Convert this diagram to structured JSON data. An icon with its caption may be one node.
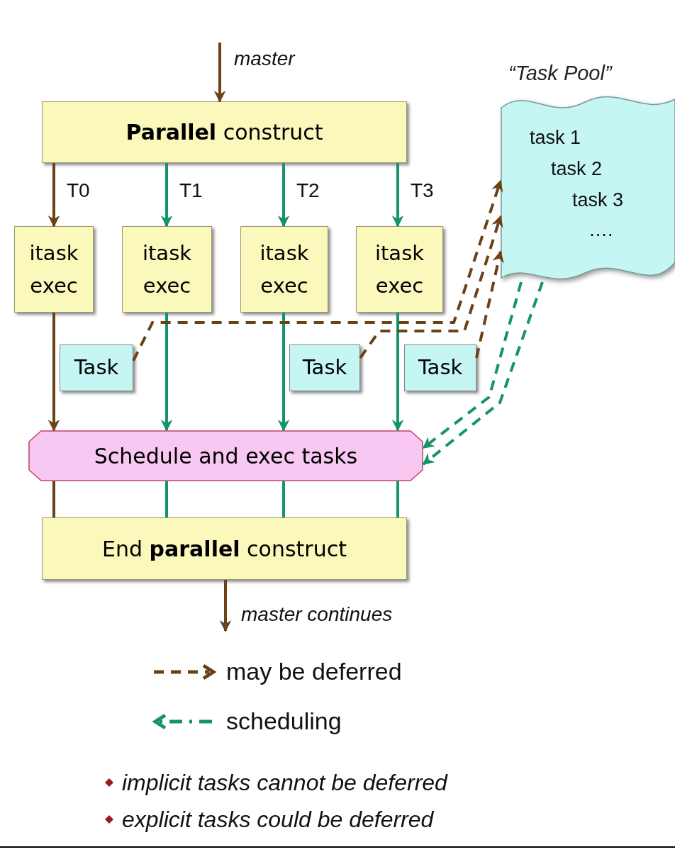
{
  "diagram": {
    "nodes": [
      {
        "text": [
          "**Parallel** construct"
        ]
      },
      {
        "text": [
          "itask exec"
        ]
      },
      {
        "text": [
          "itask exec"
        ]
      },
      {
        "text": [
          "itask exec"
        ]
      },
      {
        "text": [
          "itask exec"
        ]
      },
      {
        "text": [
          "Task"
        ]
      },
      {
        "text": [
          "Task"
        ]
      },
      {
        "text": [
          "Task"
        ]
      },
      {
        "text": [
          "Schedule and exec tasks"
        ]
      },
      {
        "text": [
          "End **parallel** construct"
        ]
      },
      {
        "text": [
          "“Task Pool”",
          "task 1",
          "task 2",
          "task 3",
          "…."
        ]
      }
    ],
    "edges": [
      {
        "from": null,
        "to": 0,
        "arrow": "to",
        "label": "master",
        "color": "#6b4218"
      },
      {
        "from": 0,
        "to": 1,
        "arrow": "to",
        "label": "T0",
        "color": "#6b4218"
      },
      {
        "from": 0,
        "to": 2,
        "arrow": "to",
        "label": "T1"
      },
      {
        "from": 0,
        "to": 3,
        "arrow": "to",
        "label": "T2"
      },
      {
        "from": 0,
        "to": 4,
        "arrow": "to",
        "label": "T3"
      },
      {
        "from": 1,
        "to": 8,
        "arrow": "to",
        "color": "#6b4218"
      },
      {
        "from": 2,
        "to": 8,
        "arrow": "to"
      },
      {
        "from": 3,
        "to": 8,
        "arrow": "to"
      },
      {
        "from": 4,
        "to": 8,
        "arrow": "to"
      },
      {
        "from": 5,
        "to": 10,
        "arrow": "to",
        "style": "dashed",
        "color": "#6b4218"
      },
      {
        "from": 6,
        "to": 10,
        "arrow": "to",
        "style": "dashed",
        "color": "#6b4218"
      },
      {
        "from": 7,
        "to": 10,
        "arrow": "to",
        "style": "dashed",
        "color": "#6b4218"
      },
      {
        "from": 10,
        "to": 8,
        "arrow": "to",
        "style": "dashed"
      },
      {
        "from": 10,
        "to": 8,
        "arrow": "to",
        "style": "dashed"
      },
      {
        "from": 8,
        "to": 9,
        "arrow": "none",
        "color": "#6b4218"
      },
      {
        "from": 8,
        "to": 9,
        "arrow": "none"
      },
      {
        "from": 8,
        "to": 9,
        "arrow": "none"
      },
      {
        "from": 8,
        "to": 9,
        "arrow": "none"
      },
      {
        "from": 9,
        "to": null,
        "arrow": "to",
        "label": "master continues",
        "color": "#6b4218"
      }
    ],
    "labels": [
      "implicit tasks cannot be deferred",
      "explicit tasks could be deferred"
    ],
    "legend": [
      {
        "text": "may be deferred"
      },
      {
        "text": "scheduling"
      }
    ]
  }
}
